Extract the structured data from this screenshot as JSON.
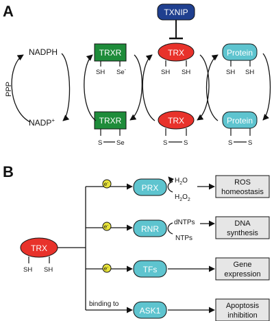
{
  "panels": {
    "a": "A",
    "b": "B"
  },
  "panel_a": {
    "txnip": "TXNIP",
    "nadph": "NADPH",
    "nadp_plus": "NADP",
    "nadp_sup": "+",
    "ppp": "PPP",
    "trxr_top": "TRXR",
    "trxr_bottom": "TRXR",
    "trx_top": "TRX",
    "trx_bottom": "TRX",
    "protein_top": "Protein",
    "protein_bottom": "Protein",
    "sh": "SH",
    "se_minus": "Se",
    "minus": "-",
    "s": "S",
    "se": "Se"
  },
  "panel_b": {
    "trx": "TRX",
    "sh": "SH",
    "electron": "e",
    "electron_sup": "-",
    "binding_to": "binding to",
    "targets": [
      {
        "label": "PRX",
        "outcome_line1": "ROS",
        "outcome_line2": "homeostasis"
      },
      {
        "label": "RNR",
        "outcome_line1": "DNA",
        "outcome_line2": "synthesis"
      },
      {
        "label": "TFs",
        "outcome_line1": "Gene",
        "outcome_line2": "expression"
      },
      {
        "label": "ASK1",
        "outcome_line1": "Apoptosis",
        "outcome_line2": "inhibition"
      }
    ],
    "h2o_h": "H",
    "h2o_2": "2",
    "h2o_o": "O",
    "h2o2_h": "H",
    "h2o2_2a": "2",
    "h2o2_o": "O",
    "h2o2_2b": "2",
    "dntps": "dNTPs",
    "ntps": "NTPs"
  },
  "colors": {
    "txnip": "#1f3f8f",
    "trxr": "#1e8c3a",
    "trx": "#e8322b",
    "protein": "#5ec4cf",
    "electron": "#e9e43a",
    "outcome_box": "#e6e6e6"
  }
}
